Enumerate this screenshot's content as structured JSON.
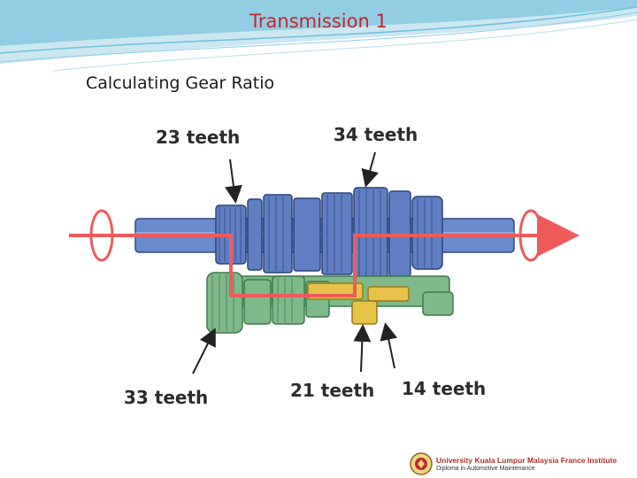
{
  "slide": {
    "title": "Transmission 1",
    "subtitle": "Calculating Gear Ratio"
  },
  "figure": {
    "labels": {
      "gear_a": "23 teeth",
      "gear_b": "34 teeth",
      "gear_c": "33 teeth",
      "gear_d": "21 teeth",
      "gear_e": "14 teeth"
    },
    "colors": {
      "main_shaft": "#5f7fc2",
      "counter_shaft": "#7fb889",
      "reverse_idler": "#e6c24a",
      "power_flow": "#ee5b5b"
    }
  },
  "footer": {
    "institution": "University Kuala Lumpur Malaysia France Institute",
    "program": "Diploma in Automotive Maintenance",
    "logo_icon": "unikl-crest-icon"
  },
  "theme": {
    "accent": "#c0282d",
    "swoosh": "#5ab4d6"
  }
}
